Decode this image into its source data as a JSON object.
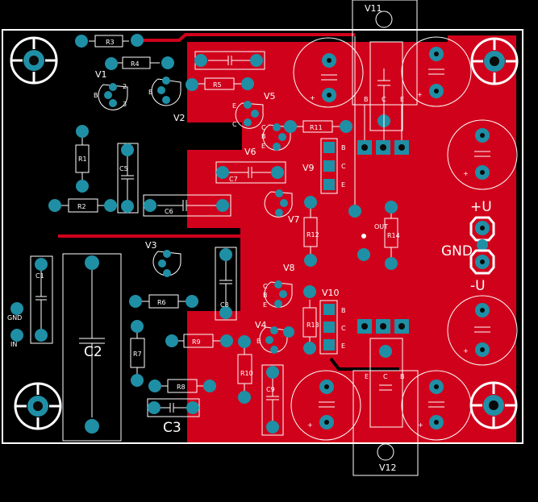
{
  "colors": {
    "background": "#000000",
    "copper": "#d0021b",
    "pad": "#1f8fa6",
    "silkscreen": "#ffffff"
  },
  "labels": {
    "R1": "R1",
    "R2": "R2",
    "R3": "R3",
    "R4": "R4",
    "R5": "R5",
    "R6": "R6",
    "R7": "R7",
    "R8": "R8",
    "R9": "R9",
    "R10": "R10",
    "R11": "R11",
    "R12": "R12",
    "R13": "R13",
    "R14": "R14",
    "C1": "C1",
    "C2": "C2",
    "C3": "C3",
    "C5": "C5",
    "C6": "C6",
    "C7": "C7",
    "C8": "C8",
    "C9": "C9",
    "V1": "V1",
    "V2": "V2",
    "V3": "V3",
    "V4": "V4",
    "V5": "V5",
    "V6": "V6",
    "V7": "V7",
    "V8": "V8",
    "V9": "V9",
    "V10": "V10",
    "V11": "V11",
    "V12": "V12",
    "pin_b": "B",
    "pin_c": "C",
    "pin_e": "E",
    "plus_u": "+U",
    "gnd": "GND",
    "minus_u": "-U",
    "in_gnd": "GND",
    "in": "IN",
    "out": "OUT",
    "plus": "+",
    "num2": "2",
    "num3": "3"
  }
}
